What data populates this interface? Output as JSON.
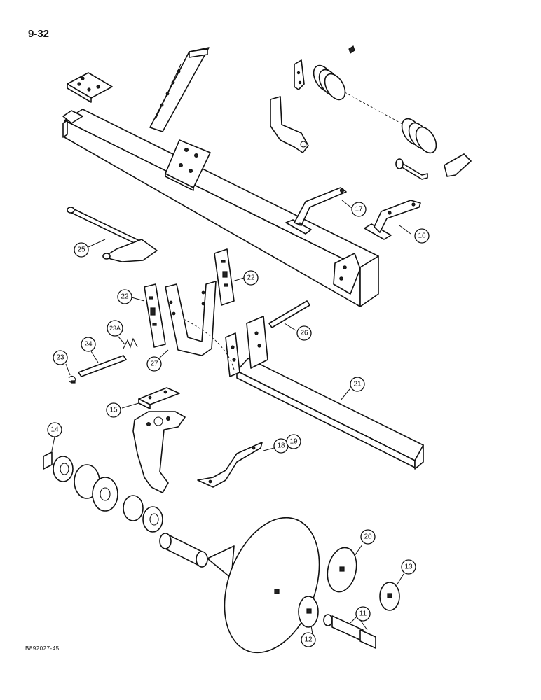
{
  "page_number": "9-32",
  "figure_code": "B892027-45",
  "callouts": [
    {
      "id": "c11",
      "label": "11"
    },
    {
      "id": "c12",
      "label": "12"
    },
    {
      "id": "c13",
      "label": "13"
    },
    {
      "id": "c14",
      "label": "14"
    },
    {
      "id": "c15",
      "label": "15"
    },
    {
      "id": "c16",
      "label": "16"
    },
    {
      "id": "c17",
      "label": "17"
    },
    {
      "id": "c18",
      "label": "18"
    },
    {
      "id": "c19",
      "label": "19"
    },
    {
      "id": "c20",
      "label": "20"
    },
    {
      "id": "c21",
      "label": "21"
    },
    {
      "id": "c22a",
      "label": "22"
    },
    {
      "id": "c22b",
      "label": "22"
    },
    {
      "id": "c23",
      "label": "23"
    },
    {
      "id": "c23a",
      "label": "23A"
    },
    {
      "id": "c24",
      "label": "24"
    },
    {
      "id": "c25",
      "label": "25"
    },
    {
      "id": "c26",
      "label": "26"
    },
    {
      "id": "c27",
      "label": "27"
    }
  ]
}
